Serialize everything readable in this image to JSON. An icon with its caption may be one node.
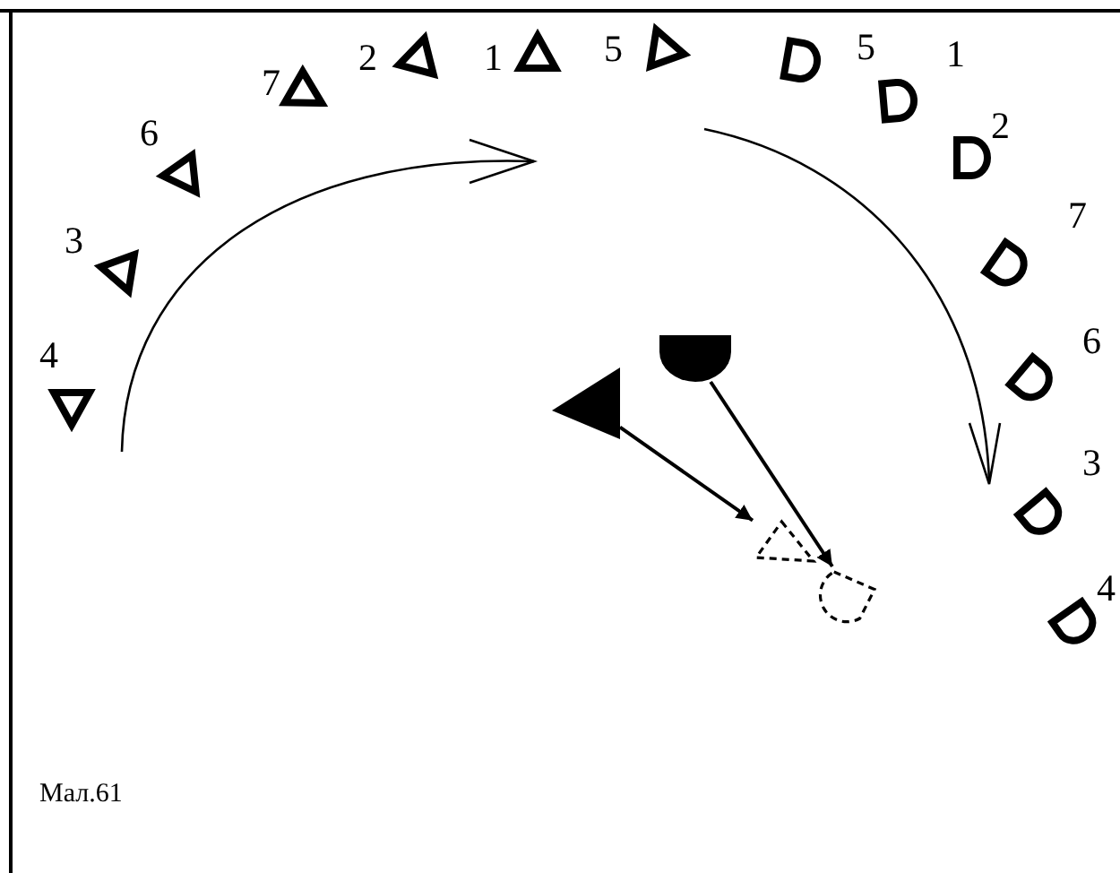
{
  "diagram": {
    "caption": "Мал.61",
    "nodes": [
      {
        "text": [],
        "shape": "semicircle"
      },
      {
        "text": [],
        "shape": "triangle"
      },
      {
        "text": [],
        "shape": "triangle"
      },
      {
        "text": [],
        "shape": "semicircle"
      }
    ],
    "edges": [
      {
        "from": 1,
        "to": 2,
        "arrow": "to"
      },
      {
        "from": 0,
        "to": 3,
        "arrow": "to"
      }
    ],
    "labels": [
      "4",
      "3",
      "6",
      "7",
      "2",
      "1",
      "5",
      "5",
      "1",
      "2",
      "7",
      "6",
      "3",
      "4"
    ]
  }
}
